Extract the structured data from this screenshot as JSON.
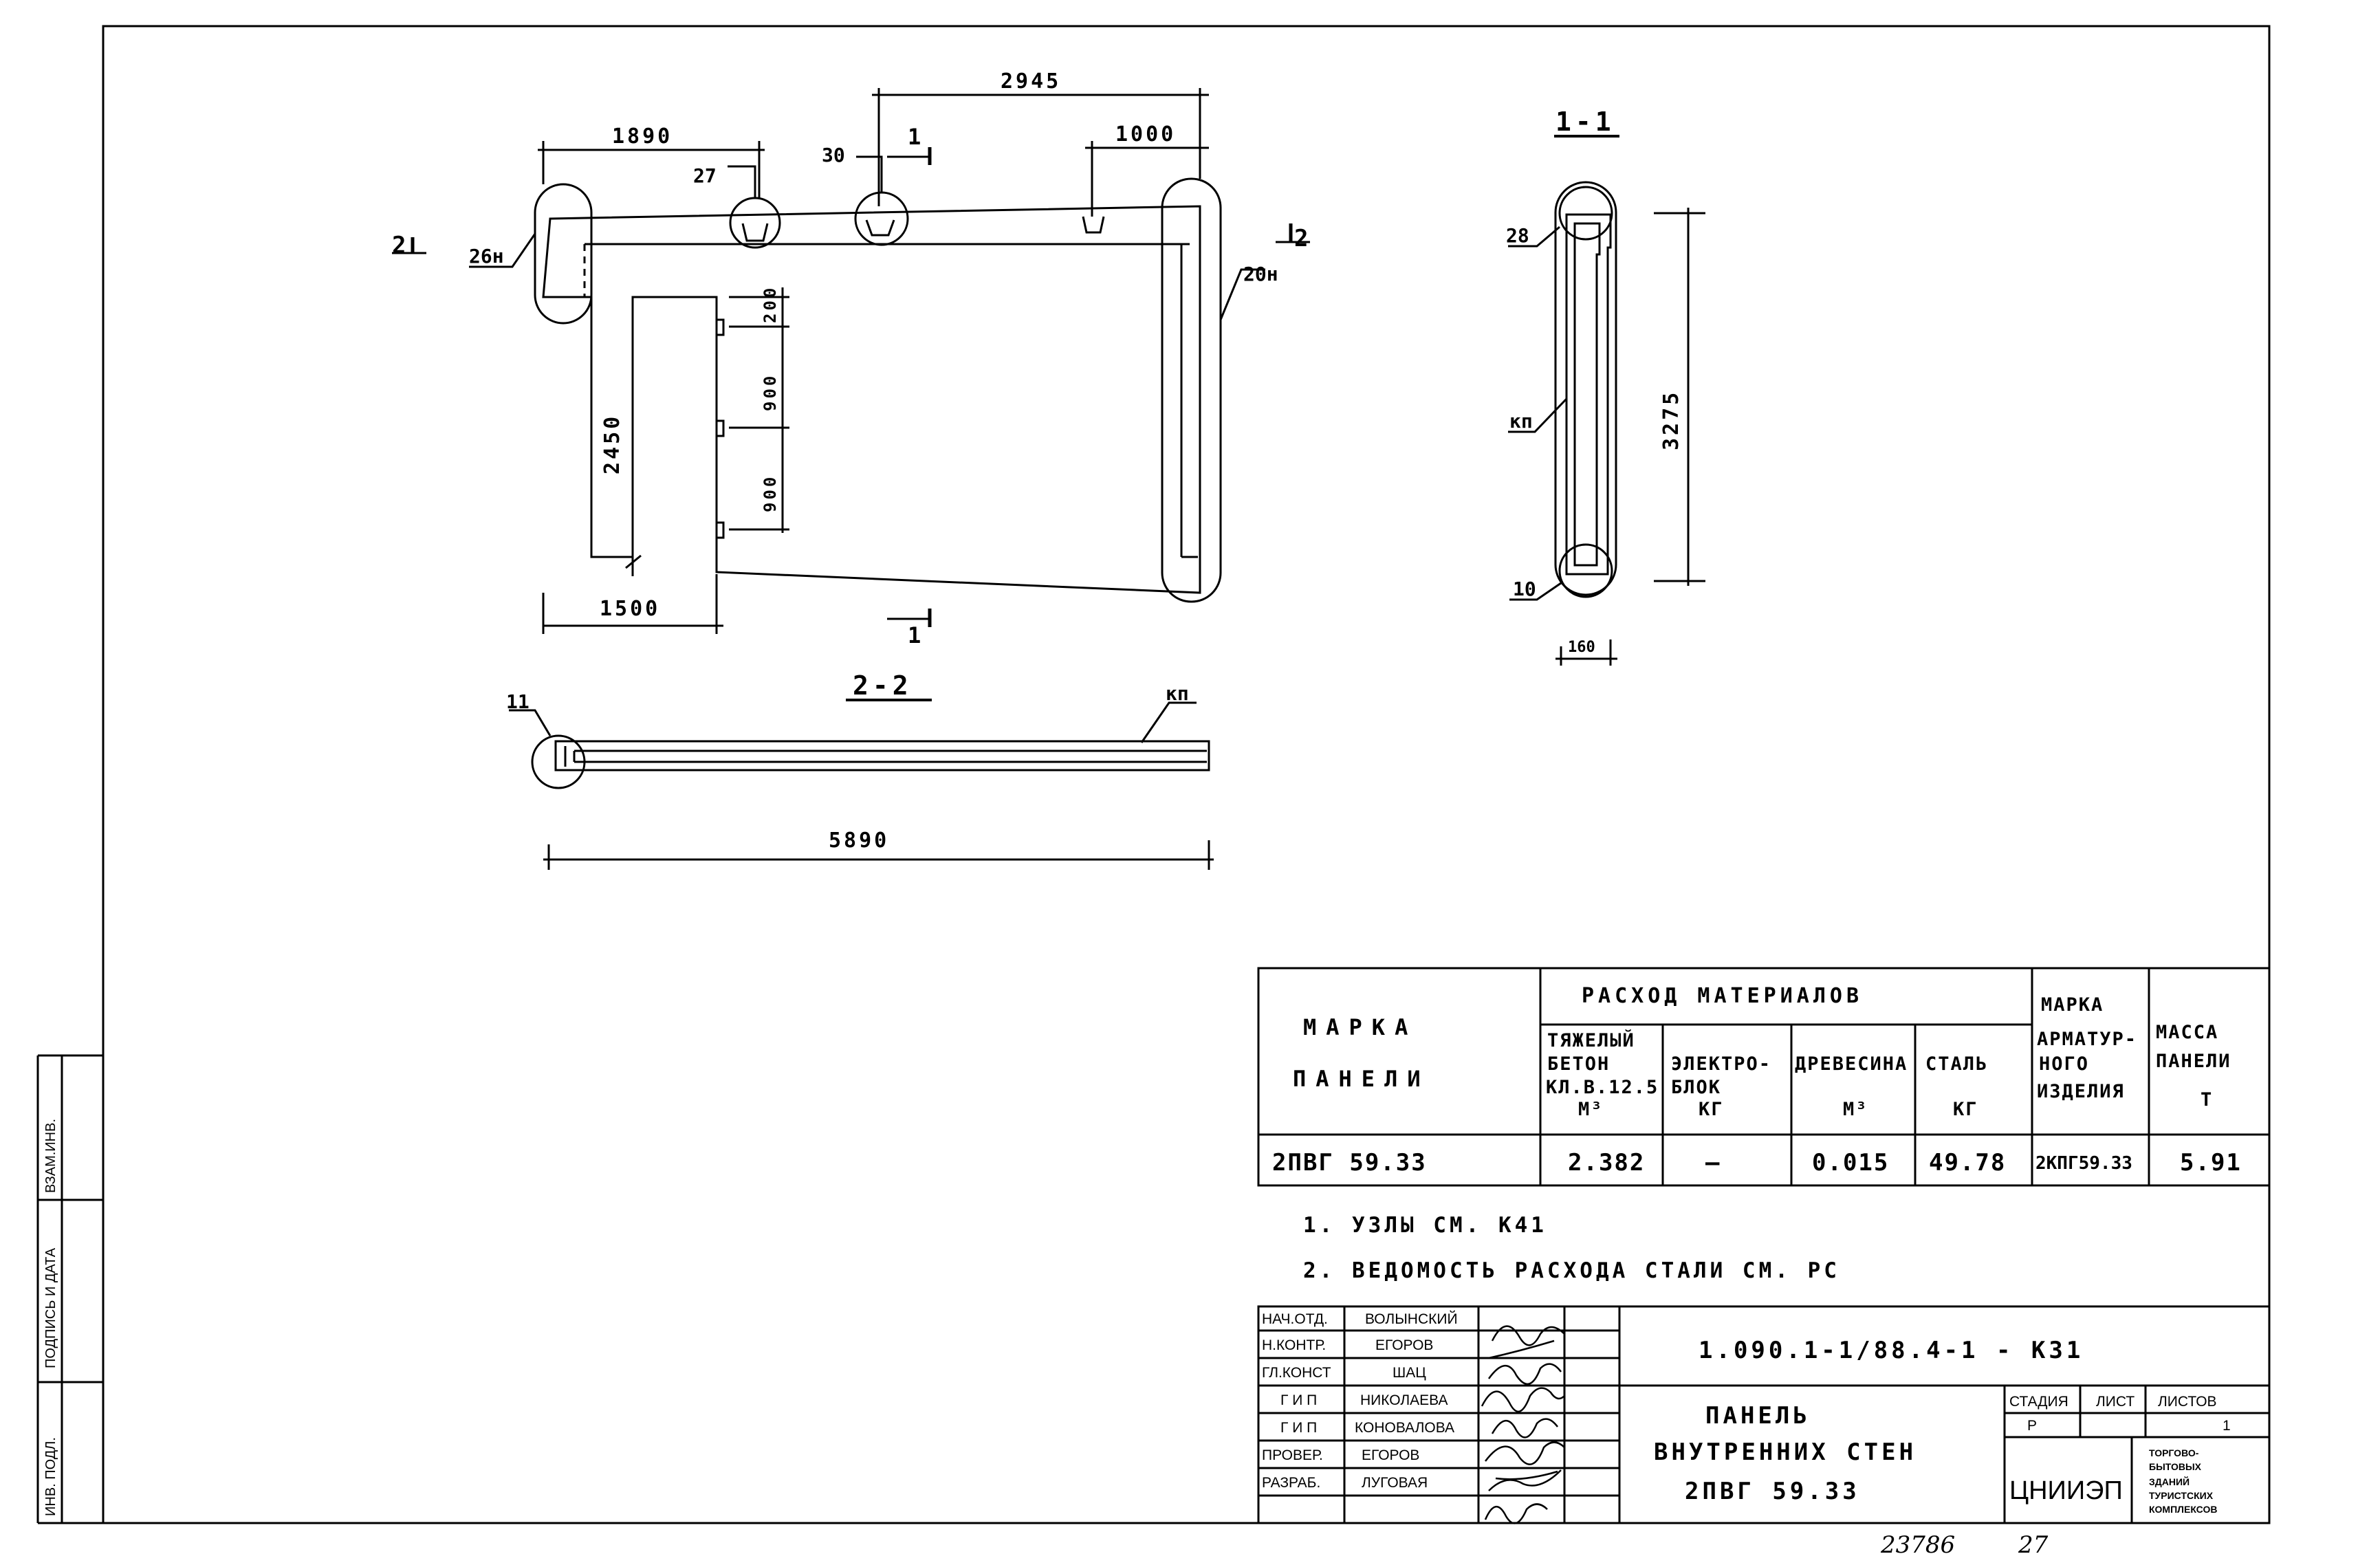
{
  "plan": {
    "dims": {
      "top_2945": "2945",
      "top_1890": "1890",
      "top_1000": "1000",
      "height_2450": "2450",
      "bottom_1500": "1500",
      "v_200": "200",
      "v_900a": "900",
      "v_900b": "900"
    },
    "callouts": {
      "c27": "27",
      "c30": "30",
      "c26n": "26н",
      "c20n": "20н"
    },
    "section_marks": {
      "m1_top": "1",
      "m1_bottom": "1",
      "m2_left": "2",
      "m2_right": "2"
    }
  },
  "section_1_1": {
    "title": "1-1",
    "dim_height": "3275",
    "dim_width": "160",
    "callouts": {
      "c28": "28",
      "ckp": "кп",
      "c10": "10"
    }
  },
  "section_2_2": {
    "title": "2-2",
    "dim_length": "5890",
    "callouts": {
      "c11": "11",
      "ckp": "кп"
    }
  },
  "materials_table": {
    "mark_header_1": "МАРКА",
    "mark_header_2": "ПАНЕЛИ",
    "consumption_header": "РАСХОД МАТЕРИАЛОВ",
    "col_concrete": [
      "ТЯЖЕЛЫЙ",
      "БЕТОН",
      "КЛ.В.12.5",
      "М³"
    ],
    "col_electro": [
      "ЭЛЕКТРО-",
      "БЛОК",
      "КГ"
    ],
    "col_wood": [
      "ДРЕВЕСИНА",
      "М³"
    ],
    "col_steel": [
      "СТАЛЬ",
      "КГ"
    ],
    "col_rebar": [
      "МАРКА",
      "АРМАТУР-",
      "НОГО",
      "ИЗДЕЛИЯ"
    ],
    "col_mass": [
      "МАССА",
      "ПАНЕЛИ",
      "Т"
    ],
    "row": {
      "mark": "2ПВГ 59.33",
      "concrete": "2.382",
      "electro": "—",
      "wood": "0.015",
      "steel": "49.78",
      "rebar": "2КПГ59.33",
      "mass": "5.91"
    }
  },
  "notes": [
    "1. УЗЛЫ СМ. К41",
    "2. ВЕДОМОСТЬ РАСХОДА СТАЛИ СМ. РС"
  ],
  "title_block": {
    "staff": [
      {
        "role": "НАЧ.ОТД.",
        "name": "ВОЛЫНСКИЙ"
      },
      {
        "role": "Н.КОНТР.",
        "name": "ЕГОРОВ"
      },
      {
        "role": "ГЛ.КОНСТ",
        "name": "ШАЦ"
      },
      {
        "role": "Г И П",
        "name": "НИКОЛАЕВА"
      },
      {
        "role": "Г И П",
        "name": "КОНОВАЛОВА"
      },
      {
        "role": "ПРОВЕР.",
        "name": "ЕГОРОВ"
      },
      {
        "role": "РАЗРАБ.",
        "name": "ЛУГОВАЯ"
      }
    ],
    "doc_code": "1.090.1-1/88.4-1 - К31",
    "title_lines": [
      "ПАНЕЛЬ",
      "ВНУТРЕННИХ СТЕН",
      "2ПВГ 59.33"
    ],
    "stage_label": "СТАДИЯ",
    "sheet_label": "ЛИСТ",
    "sheets_label": "ЛИСТОВ",
    "stage": "Р",
    "sheet": "",
    "sheets": "1",
    "org": "ЦНИИЭП",
    "org_desc": [
      "ТОРГОВО-",
      "БЫТОВЫХ",
      "ЗДАНИЙ",
      "ТУРИСТСКИХ",
      "КОМПЛЕКСОВ"
    ]
  },
  "side_stamp": [
    "ВЗАМ.ИНВ.",
    "ПОДПИСЬ И ДАТА",
    "ИНВ. ПОДЛ."
  ],
  "footer": {
    "code": "23786",
    "page": "27"
  }
}
